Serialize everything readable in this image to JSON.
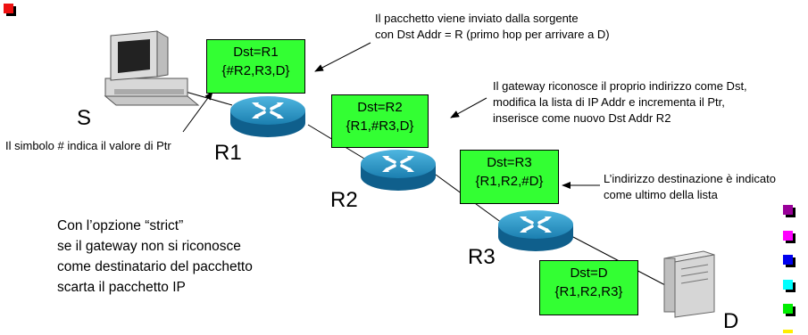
{
  "packets": {
    "p1": {
      "line1": "Dst=R1",
      "line2": "{#R2,R3,D}"
    },
    "p2": {
      "line1": "Dst=R2",
      "line2": "{R1,#R3,D}"
    },
    "p3": {
      "line1": "Dst=R3",
      "line2": "{R1,R2,#D}"
    },
    "p4": {
      "line1": "Dst=D",
      "line2": "{R1,R2,R3}"
    }
  },
  "nodes": {
    "source": "S",
    "r1": "R1",
    "r2": "R2",
    "r3": "R3",
    "dest": "D"
  },
  "notes": {
    "sent_line1": "Il pacchetto viene inviato dalla sorgente",
    "sent_line2": "con Dst Addr = R (primo hop per arrivare a D)",
    "gw_line1": "Il gateway riconosce il proprio indirizzo come Dst,",
    "gw_line2": "modifica la lista di IP Addr e incrementa il Ptr,",
    "gw_line3": "inserisce come nuovo Dst Addr R2",
    "ptr_symbol": "Il simbolo # indica il valore di Ptr",
    "last_line1": "L’indirizzo destinazione è indicato",
    "last_line2": "come ultimo della lista"
  },
  "strict_note": {
    "line1": "Con l’opzione “strict”",
    "line2": "se il gateway non si riconosce",
    "line3": "come destinatario del pacchetto",
    "line4": "scarta il pacchetto IP"
  },
  "colors": {
    "packet_fill": "#33ff33",
    "router_fill": "#1a8fbf",
    "bullets": [
      "#ee1111",
      "#990099",
      "#ff00ff",
      "#0000ee",
      "#00ffff",
      "#00ee00",
      "#ffee00"
    ]
  }
}
